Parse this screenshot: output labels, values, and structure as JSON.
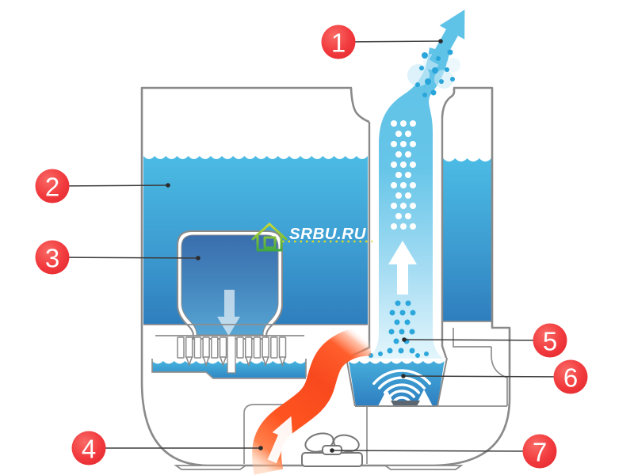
{
  "watermark": {
    "text": "SRBU.RU",
    "icon": "house-icon"
  },
  "callouts": [
    {
      "number": "1"
    },
    {
      "number": "2"
    },
    {
      "number": "3"
    },
    {
      "number": "4"
    },
    {
      "number": "5"
    },
    {
      "number": "6"
    },
    {
      "number": "7"
    }
  ],
  "colors": {
    "callout_red": "#EF3237",
    "water_blue": "#4BBBE4",
    "water_deep": "#2E7EBD",
    "inner_tank_blue": "#3A6DAD",
    "mist_blue": "#5FC2E7",
    "heat_orange": "#FF4E1E",
    "outline_gray": "#8A8A8A",
    "watermark_green": "#7CBE3A",
    "watermark_yellow": "#D6D929",
    "transducer_gray": "#5B6670"
  }
}
